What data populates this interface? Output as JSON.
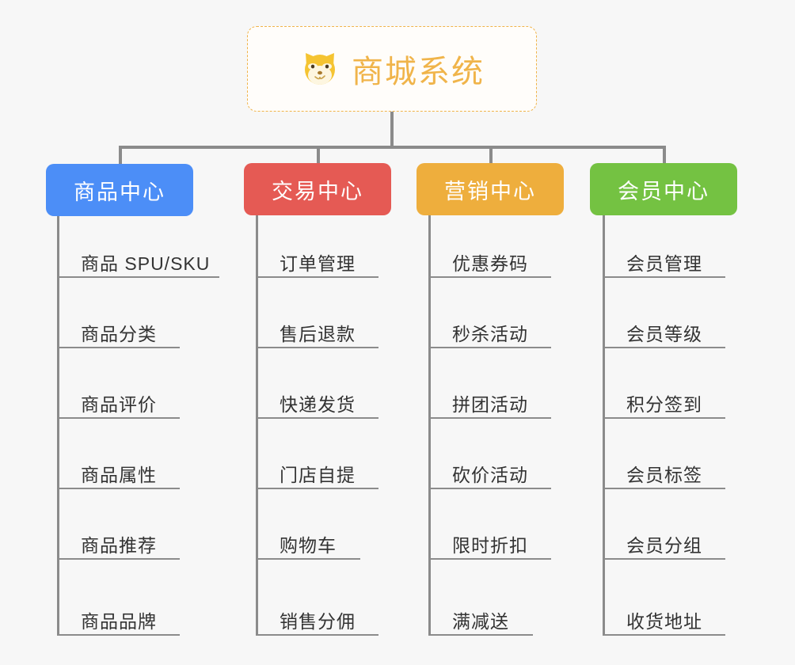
{
  "page": {
    "background_color": "#f7f7f7",
    "line_color": "#8b8b8b",
    "leaf_text_color": "#333333"
  },
  "root": {
    "title": "商城系统",
    "icon": "shiba-dog-face-emoji",
    "text_color": "#f0b44a",
    "border_color": "#f0b44a",
    "background_color": "#fffdfa"
  },
  "branches": [
    {
      "label": "商品中心",
      "color": "#4c8ef7",
      "items": [
        "商品 SPU/SKU",
        "商品分类",
        "商品评价",
        "商品属性",
        "商品推荐",
        "商品品牌"
      ]
    },
    {
      "label": "交易中心",
      "color": "#e55a54",
      "items": [
        "订单管理",
        "售后退款",
        "快递发货",
        "门店自提",
        "购物车",
        "销售分佣"
      ]
    },
    {
      "label": "营销中心",
      "color": "#eeae3d",
      "items": [
        "优惠券码",
        "秒杀活动",
        "拼团活动",
        "砍价活动",
        "限时折扣",
        "满减送"
      ]
    },
    {
      "label": "会员中心",
      "color": "#74c242",
      "items": [
        "会员管理",
        "会员等级",
        "积分签到",
        "会员标签",
        "会员分组",
        "收货地址"
      ]
    }
  ]
}
